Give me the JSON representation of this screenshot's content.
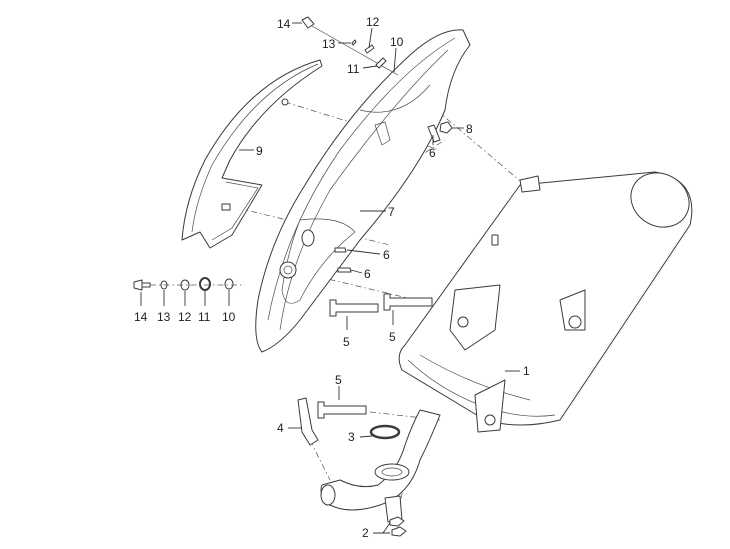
{
  "diagram": {
    "callouts": {
      "top_14": "14",
      "top_13": "13",
      "top_12": "12",
      "top_11": "11",
      "top_10": "10",
      "cover_9": "9",
      "nut_8": "8",
      "screw_6a": "6",
      "shield_7": "7",
      "screw_6b": "6",
      "screw_6c": "6",
      "row_14": "14",
      "row_13": "13",
      "row_12": "12",
      "row_11": "11",
      "row_10": "10",
      "bolt_5a": "5",
      "bolt_5b": "5",
      "bolt_5c": "5",
      "muffler_1": "1",
      "sensor_4": "4",
      "gasket_3": "3",
      "nuts_2": "2"
    },
    "colors": {
      "line": "#3a3a3a",
      "background": "#ffffff"
    }
  }
}
